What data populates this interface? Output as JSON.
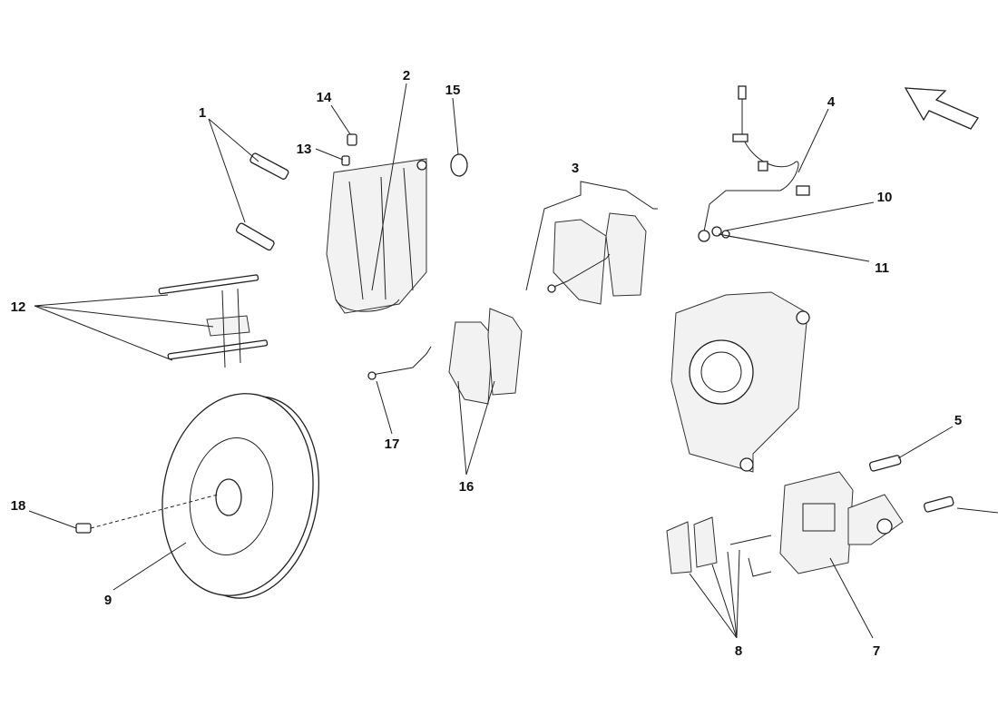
{
  "diagram": {
    "callouts": [
      {
        "id": "1",
        "text": "1"
      },
      {
        "id": "2",
        "text": "2"
      },
      {
        "id": "3",
        "text": "3"
      },
      {
        "id": "4",
        "text": "4"
      },
      {
        "id": "5",
        "text": "5"
      },
      {
        "id": "7",
        "text": "7"
      },
      {
        "id": "8",
        "text": "8"
      },
      {
        "id": "9",
        "text": "9"
      },
      {
        "id": "10",
        "text": "10"
      },
      {
        "id": "11",
        "text": "11"
      },
      {
        "id": "12",
        "text": "12"
      },
      {
        "id": "13",
        "text": "13"
      },
      {
        "id": "14",
        "text": "14"
      },
      {
        "id": "15",
        "text": "15"
      },
      {
        "id": "16",
        "text": "16"
      },
      {
        "id": "17",
        "text": "17"
      },
      {
        "id": "18",
        "text": "18"
      }
    ],
    "orientation_arrow": "direction-arrow-icon",
    "line_color": "#222222"
  }
}
